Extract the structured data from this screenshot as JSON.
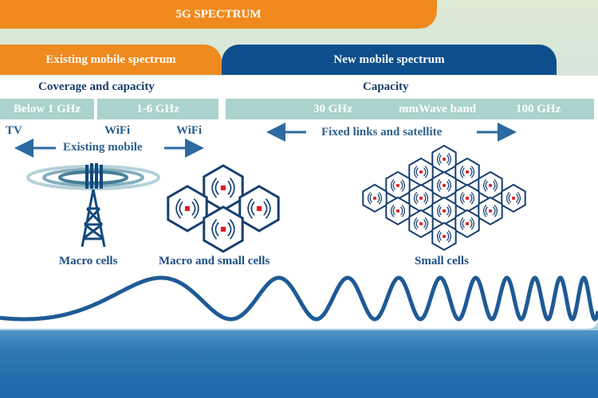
{
  "header": {
    "title": "5G SPECTRUM"
  },
  "tabs": {
    "existing": "Existing mobile spectrum",
    "new": "New mobile spectrum"
  },
  "sections": {
    "coverage": "Coverage and capacity",
    "capacity": "Capacity"
  },
  "bands": {
    "below1": "Below 1 GHz",
    "b1to6": "1-6 GHz",
    "b30": "30 GHz",
    "mmwave": "mmWave band",
    "b100": "100 GHz"
  },
  "uses": {
    "tv": "TV",
    "wifi1": "WiFi",
    "wifi2": "WiFi",
    "existing_mobile": "Existing mobile",
    "fixed": "Fixed links and satellite"
  },
  "captions": {
    "macro": "Macro cells",
    "macro_small": "Macro and small cells",
    "small": "Small cells"
  },
  "colors": {
    "orange": "#f08a1f",
    "navy": "#0d4f8c",
    "band": "#a9d3cc",
    "wave": "#1f5a95",
    "signal_red": "#e31b23"
  },
  "icons": [
    "tower-icon",
    "hexagon-cell-icon",
    "arrow-left-icon",
    "arrow-right-icon"
  ]
}
